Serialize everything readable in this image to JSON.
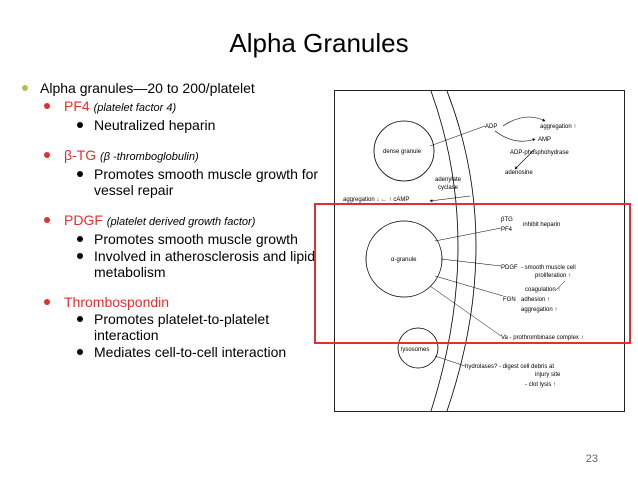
{
  "slide": {
    "title": "Alpha Granules",
    "page_number": "23"
  },
  "bullets": {
    "main": "Alpha granules—20 to 200/platelet",
    "pf4": {
      "label": "PF4",
      "sub": "(platelet factor 4)",
      "points": [
        "Neutralized heparin"
      ]
    },
    "btg": {
      "label": "β-TG",
      "sub": "(β -thromboglobulin)",
      "points": [
        "Promotes smooth muscle growth for vessel repair"
      ]
    },
    "pdgf": {
      "label": "PDGF",
      "sub": "(platelet derived growth factor)",
      "points": [
        "Promotes smooth muscle growth",
        "Involved in atherosclerosis and lipid metabolism"
      ]
    },
    "thrombo": {
      "label": "Thrombospondin",
      "points": [
        "Promotes platelet-to-platelet interaction",
        "Mediates cell-to-cell interaction"
      ]
    }
  },
  "diagram": {
    "adp": "ADP",
    "aggregation_up": "aggregation ↑",
    "amp": "AMP",
    "adp_phos": "ADP-phosphohydrase",
    "dense": "dense granule",
    "adenosine": "adenosine",
    "adenylate": "adenylate",
    "cyclase": "cyclase",
    "agg_camp": "aggregation ↓ ← ↑ cAMP",
    "btg": "βTG",
    "pf4": "PF4",
    "inhibit": "inhibit heparin",
    "alpha": "α-granule",
    "pdgf": "PDGF",
    "smooth": "- smooth muscle cell",
    "prolif": "proliferation ↑",
    "coag": "coagulation ↑",
    "fgn": "FGN",
    "adhesion": "adhesion ↑",
    "aggregation2": "aggregation ↑",
    "va": "Va - prothrombinase complex ↑",
    "lysosomes": "lysosomes",
    "hydrolases": "hydrolases? - digest cell debris at",
    "injury": "injury site",
    "clot": "- clot lysis ↑"
  }
}
